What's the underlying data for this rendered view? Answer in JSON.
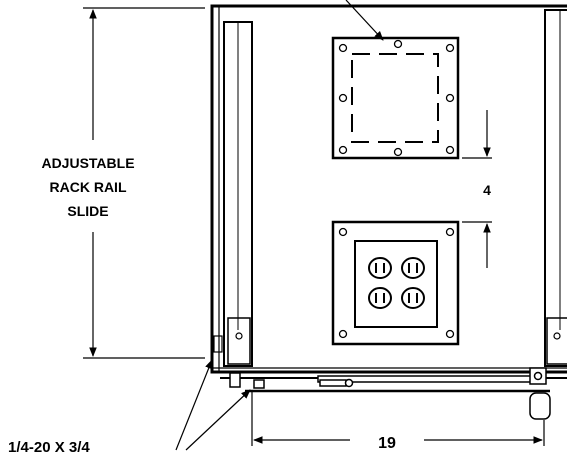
{
  "drawing": {
    "labels": {
      "adjustable_line1": "ADJUSTABLE",
      "adjustable_line2": "RACK RAIL",
      "adjustable_line3": "SLIDE",
      "gap_dimension": "4",
      "width_dimension": "19",
      "screw_callout": "1/4-20 X 3/4"
    },
    "colors": {
      "ink": "#000000",
      "background": "#ffffff",
      "face_fill": "#f2f2f2"
    }
  }
}
